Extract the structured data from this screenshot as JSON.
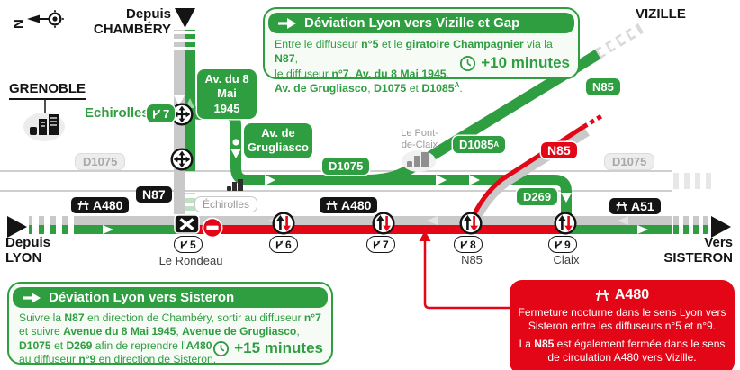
{
  "colors": {
    "green": "#2f9e41",
    "red": "#e30617",
    "black": "#141414",
    "gray_road": "#c9c9c9"
  },
  "compass": {
    "north_label": "N"
  },
  "directions": {
    "from_chambery": "Depuis\nCHAMBÉRY",
    "from_lyon": "Depuis\nLYON",
    "to_sisteron": "Vers\nSISTERON"
  },
  "places": {
    "vizille": "VIZILLE",
    "grenoble": "GRENOBLE",
    "echirolles_exit": "Echirolles",
    "echirolles_exit_num": "7",
    "echirolles_small": "Échirolles",
    "pont_de_claix": "Le Pont-\nde-Claix"
  },
  "road_labels": {
    "d1075_left": "D1075",
    "d1075_mid": "D1075",
    "d1075_right": "D1075",
    "d1085a_base": "D1085",
    "d1085a_sup": "A",
    "n85_deviation": "N85",
    "n85_closed": "N85",
    "d269": "D269",
    "n87": "N87",
    "a480_west": "A480",
    "a480_mid": "A480",
    "a51": "A51",
    "av_8_mai": "Av. du 8\nMai 1945",
    "av_grugliasco": "Av. de\nGrugliasco"
  },
  "exits": [
    {
      "num": "5",
      "name": "Le Rondeau"
    },
    {
      "num": "6",
      "name": ""
    },
    {
      "num": "7",
      "name": ""
    },
    {
      "num": "8",
      "name": "N85"
    },
    {
      "num": "9",
      "name": "Claix"
    }
  ],
  "deviation_vizille": {
    "title": "Déviation Lyon vers Vizille et Gap",
    "body": [
      {
        "text": "Entre le diffuseur "
      },
      {
        "text": "n°5",
        "bold": true
      },
      {
        "text": " et le "
      },
      {
        "text": "giratoire Champagnier",
        "bold": true
      },
      {
        "text": " via la "
      },
      {
        "text": "N87",
        "bold": true
      },
      {
        "text": ",\nle diffuseur "
      },
      {
        "text": "n°7",
        "bold": true
      },
      {
        "text": ", "
      },
      {
        "text": "Av. du 8 Mai 1945",
        "bold": true
      },
      {
        "text": ",\n"
      },
      {
        "text": "Av. de Grugliasco",
        "bold": true
      },
      {
        "text": ", "
      },
      {
        "text": "D1075",
        "bold": true
      },
      {
        "text": " et "
      },
      {
        "text": "D1085",
        "bold": true
      },
      {
        "text": "A",
        "bold": true,
        "sup": true
      },
      {
        "text": "."
      }
    ],
    "delay": "+10 minutes"
  },
  "deviation_sisteron": {
    "title": "Déviation Lyon vers Sisteron",
    "body": [
      {
        "text": "Suivre la "
      },
      {
        "text": "N87",
        "bold": true
      },
      {
        "text": " en direction de Chambéry, sortir au diffuseur "
      },
      {
        "text": "n°7",
        "bold": true
      },
      {
        "text": "\net suivre "
      },
      {
        "text": "Avenue du 8 Mai 1945",
        "bold": true
      },
      {
        "text": ", "
      },
      {
        "text": "Avenue de Grugliasco",
        "bold": true
      },
      {
        "text": ",\n"
      },
      {
        "text": "D1075",
        "bold": true
      },
      {
        "text": " et "
      },
      {
        "text": "D269",
        "bold": true
      },
      {
        "text": " afin de reprendre l’"
      },
      {
        "text": "A480",
        "bold": true
      },
      {
        "text": "\nau diffuseur "
      },
      {
        "text": "n°9",
        "bold": true
      },
      {
        "text": " en direction de Sisteron."
      }
    ],
    "delay": "+15 minutes"
  },
  "closure": {
    "road": "A480",
    "line1": "Fermeture nocturne dans le sens Lyon vers\nSisteron entre les diffuseurs n°5 et n°9.",
    "line2": [
      {
        "text": "La "
      },
      {
        "text": "N85",
        "bold": true
      },
      {
        "text": " est également fermée dans le sens\nde circulation A480 vers Vizille."
      }
    ]
  }
}
